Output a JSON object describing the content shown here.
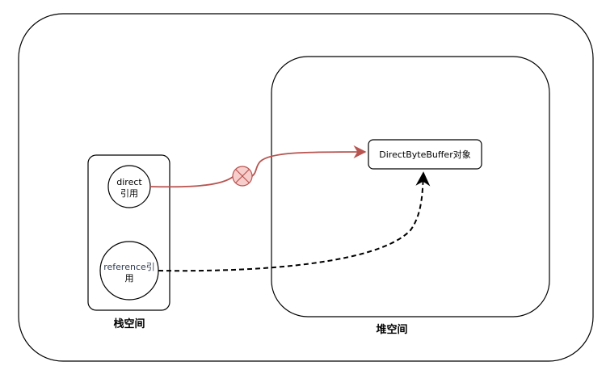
{
  "stack": {
    "label": "栈空间",
    "direct_ref": {
      "line1": "direct",
      "line2": "引用"
    },
    "reference_ref": {
      "line1": "reference引",
      "line2": "用"
    }
  },
  "heap": {
    "label": "堆空间",
    "object": {
      "label": "DirectByteBuffer对象"
    }
  },
  "colors": {
    "direct_edge": "#b85450",
    "cross_fill": "#f8cecc",
    "cross_stroke": "#b85450",
    "reference_edge": "#000000"
  }
}
